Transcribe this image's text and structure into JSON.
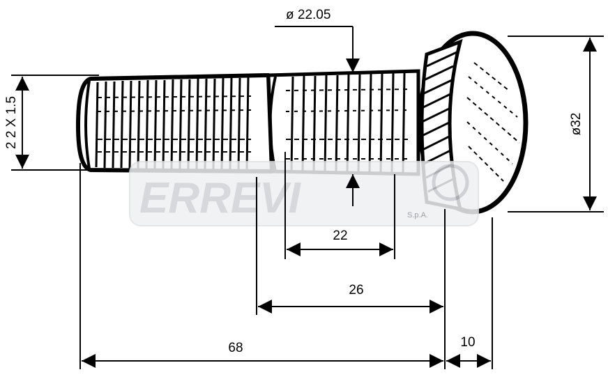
{
  "dimensions": {
    "diameter_top": "ø 22.05",
    "thread": "2 2 X 1.5",
    "head_diameter": "ø32",
    "length_22": "22",
    "length_26": "26",
    "length_68": "68",
    "length_10": "10"
  },
  "watermark": {
    "brand": "ERREVI",
    "suffix": "S.p.A."
  },
  "colors": {
    "line": "#000000",
    "watermark": "#cfd2d6",
    "background": "#ffffff"
  }
}
